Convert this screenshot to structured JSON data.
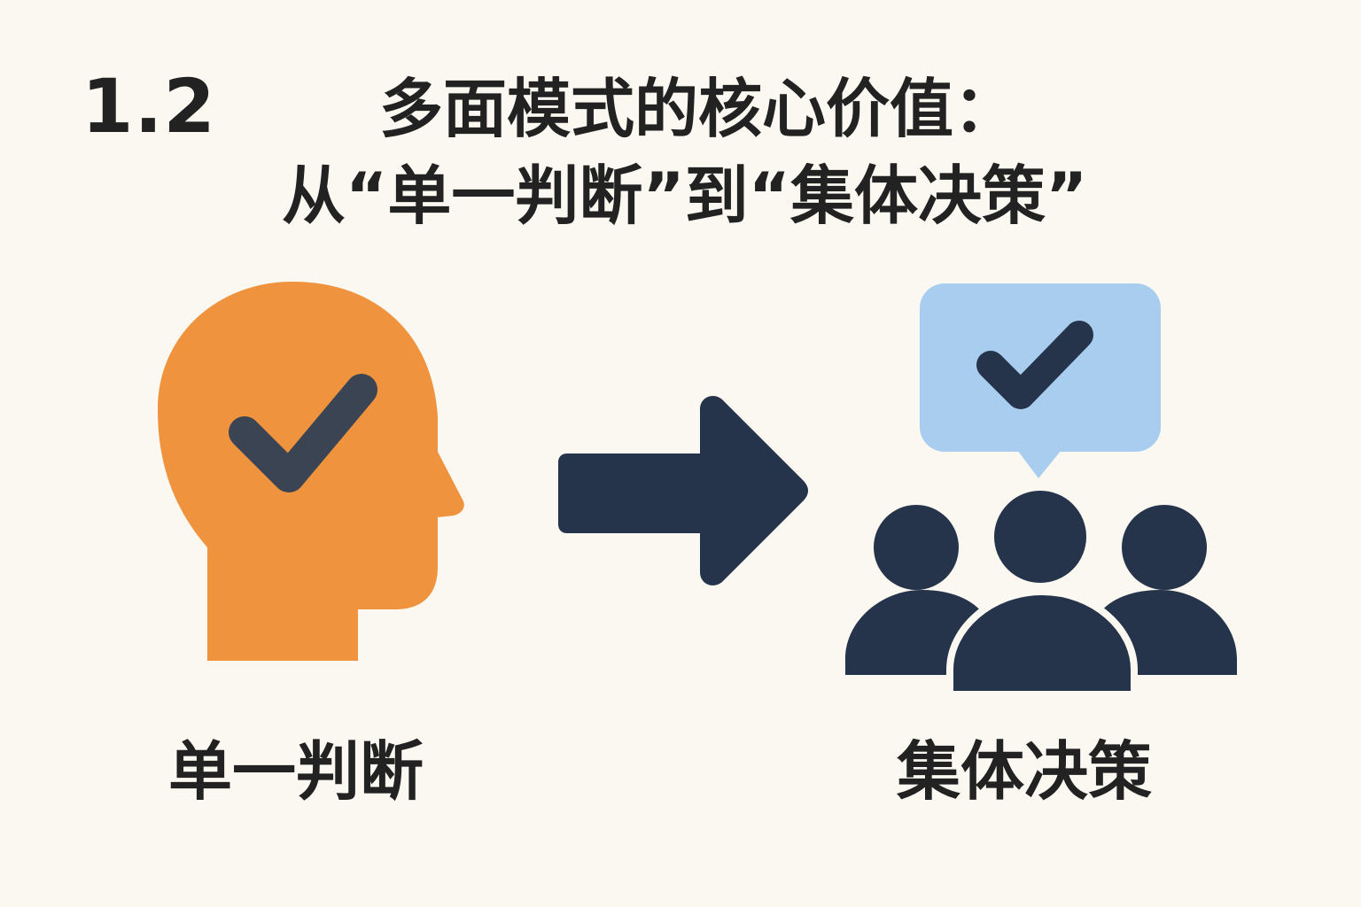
{
  "header": {
    "section_number": "1.2",
    "title_line_1": "多面模式的核心价值：",
    "title_line_2": "从“单一判断”到“集体决策”"
  },
  "left": {
    "icon": "head-with-check-icon",
    "caption": "单一判断"
  },
  "center": {
    "icon": "right-arrow-icon"
  },
  "right": {
    "icon": "group-with-check-bubble-icon",
    "caption": "集体决策"
  },
  "colors": {
    "background": "#fbf8f1",
    "text": "#222222",
    "head": "#f0933e",
    "dark": "#25344a",
    "check_on_head": "#3b4453",
    "bubble": "#a9cdef"
  }
}
